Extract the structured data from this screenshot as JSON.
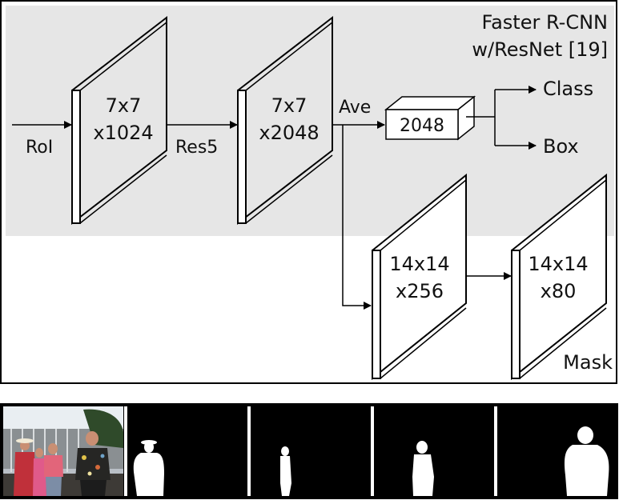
{
  "header": {
    "line1": "Faster R-CNN",
    "line2": "w/ResNet [19]"
  },
  "inputs": {
    "roi": "RoI",
    "res5": "Res5",
    "ave": "Ave"
  },
  "blocks": {
    "conv1": {
      "line1": "7x7",
      "line2": "x1024"
    },
    "conv2": {
      "line1": "7x7",
      "line2": "x2048"
    },
    "fc": {
      "label": "2048"
    },
    "mask1": {
      "line1": "14x14",
      "line2": "x256"
    },
    "mask2": {
      "line1": "14x14",
      "line2": "x80"
    }
  },
  "outputs": {
    "class": "Class",
    "box": "Box",
    "mask": "Mask"
  },
  "colors": {
    "faster_rcnn_region": "#e6e6e6",
    "border": "#000000",
    "photo_bg": "#000000",
    "silhouette": "#ffffff"
  }
}
